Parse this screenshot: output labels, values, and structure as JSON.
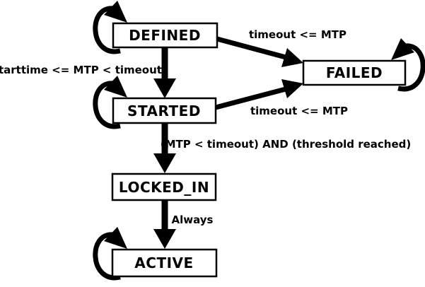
{
  "diagram": {
    "title": "state-machine",
    "colors": {
      "ink": "#000000",
      "background": "#ffffff"
    },
    "states": {
      "defined": {
        "label": "DEFINED",
        "has_self_loop": true
      },
      "failed": {
        "label": "FAILED",
        "has_self_loop": true
      },
      "started": {
        "label": "STARTED",
        "has_self_loop": true
      },
      "locked_in": {
        "label": "LOCKED_IN",
        "has_self_loop": false
      },
      "active": {
        "label": "ACTIVE",
        "has_self_loop": true
      }
    },
    "transitions": {
      "defined_to_failed": {
        "from": "DEFINED",
        "to": "FAILED",
        "label": "timeout <= MTP"
      },
      "defined_to_started": {
        "from": "DEFINED",
        "to": "STARTED",
        "label": "starttime <= MTP < timeout"
      },
      "started_to_failed": {
        "from": "STARTED",
        "to": "FAILED",
        "label": "timeout <= MTP"
      },
      "started_to_locked_in": {
        "from": "STARTED",
        "to": "LOCKED_IN",
        "label": "(MTP < timeout) AND (threshold reached)"
      },
      "locked_in_to_active": {
        "from": "LOCKED_IN",
        "to": "ACTIVE",
        "label": "Always"
      }
    }
  }
}
